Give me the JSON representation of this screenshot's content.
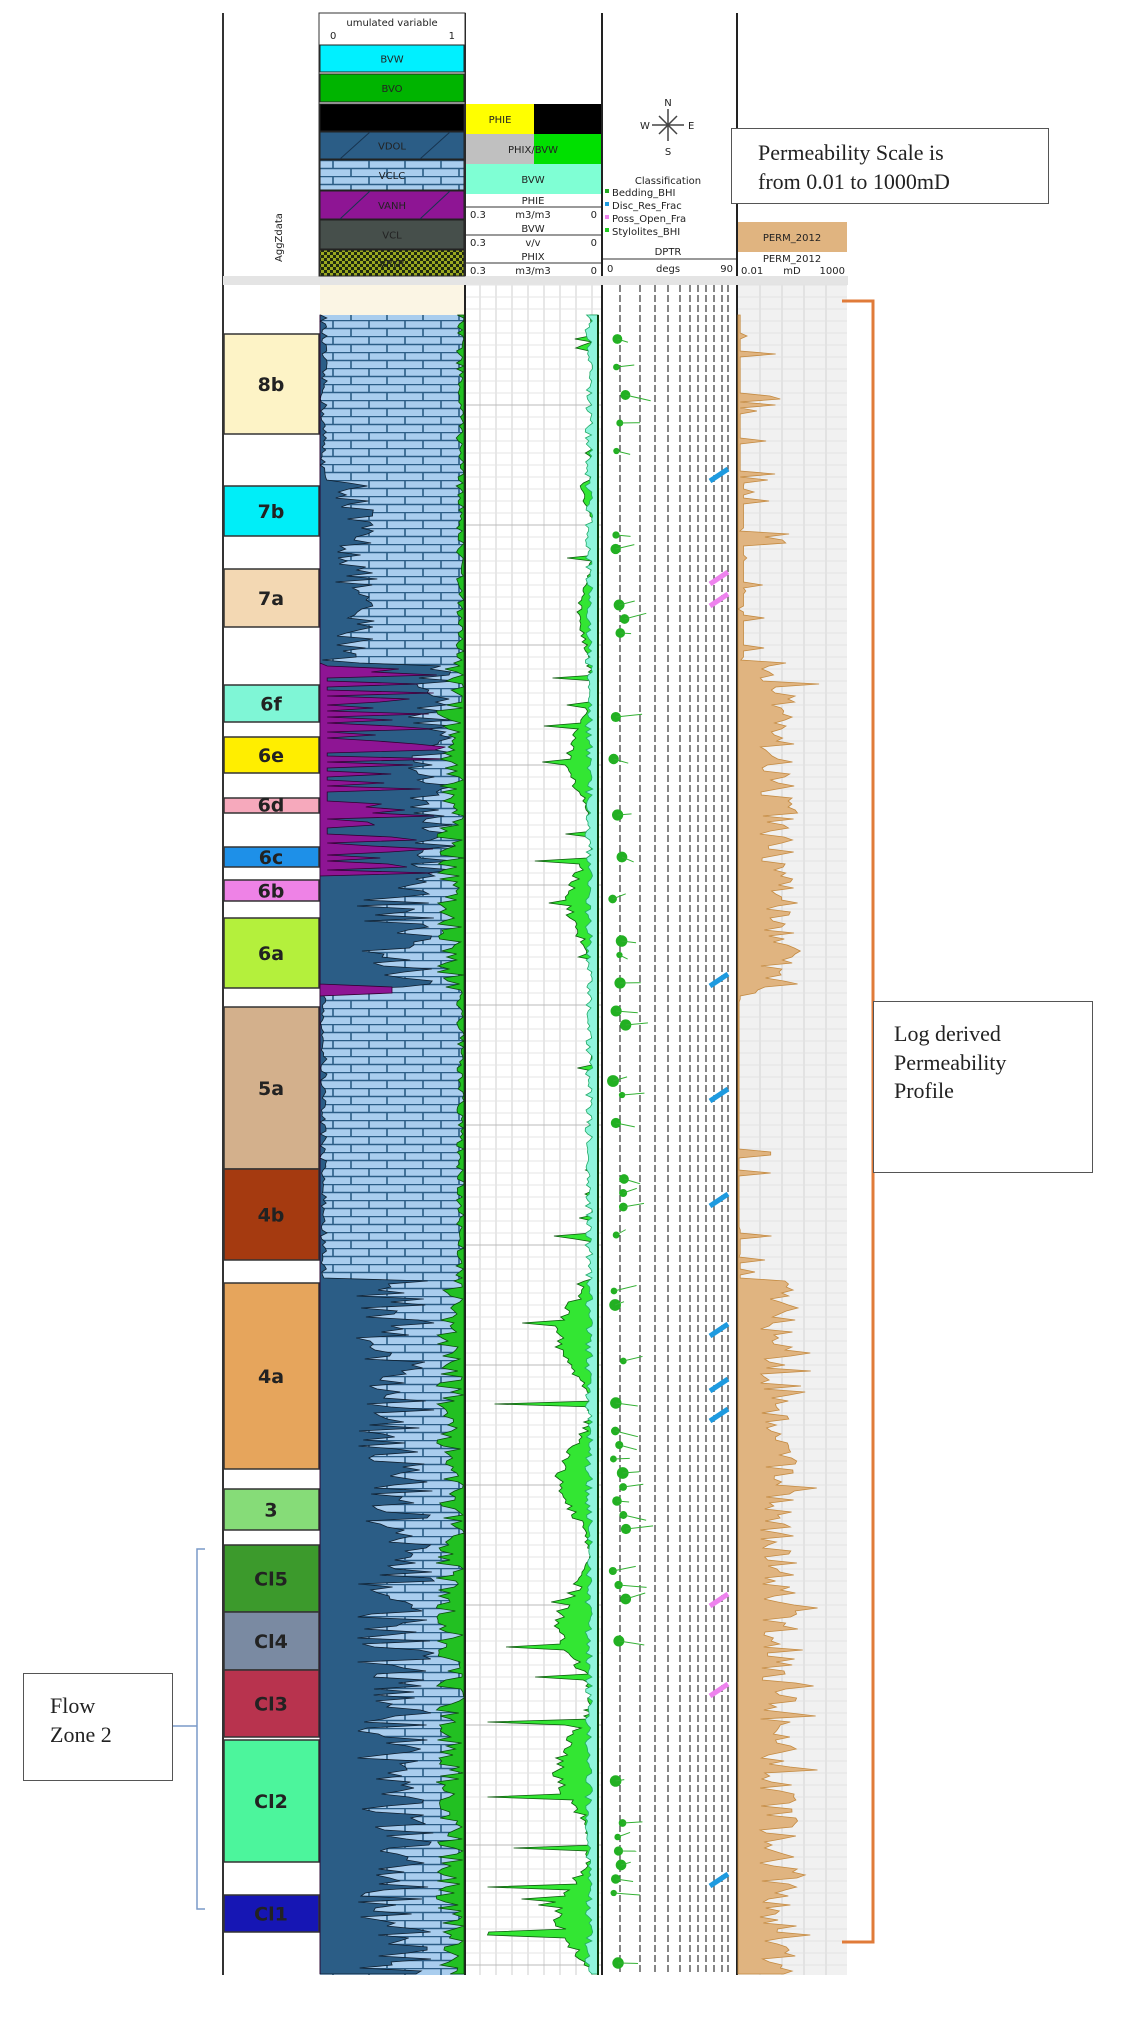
{
  "header": {
    "depth_label": "AggZdata",
    "lithology": {
      "title": "umulated variable",
      "scale_min": "0",
      "scale_max": "1",
      "legend": [
        {
          "label": "BVW",
          "color": "#00f0ff"
        },
        {
          "label": "BVO",
          "color": "#00b400"
        },
        {
          "label": "",
          "color": "#000000"
        },
        {
          "label": "VDOL",
          "color": "#2b5d86"
        },
        {
          "label": "VCLC",
          "color": "#a9cdee"
        },
        {
          "label": "VANH",
          "color": "#8e1594"
        },
        {
          "label": "VCL",
          "color": "#464f4b"
        },
        {
          "label": "VPYR",
          "color": "#9aa820"
        }
      ]
    },
    "porosity": {
      "rows": [
        {
          "left": "PHIE",
          "left_color": "#ffff00",
          "right": "",
          "right_color": "#000000"
        },
        {
          "left": "PHIX/BVW",
          "left_color": "#c0c0c0",
          "right": "",
          "right_color": "#00e000"
        },
        {
          "left": "BVW",
          "left_color": "#7fffd4",
          "right": "",
          "right_color": "#7fffd4"
        }
      ],
      "curves": [
        {
          "name": "PHIE",
          "min": "0.3",
          "unit": "m3/m3",
          "max": "0",
          "color": "#1a8a1a"
        },
        {
          "name": "BVW",
          "min": "0.3",
          "unit": "v/v",
          "max": "0",
          "color": "#222222"
        },
        {
          "name": "PHIX",
          "min": "0.3",
          "unit": "m3/m3",
          "max": "0",
          "color": "#2222dd"
        }
      ]
    },
    "dip": {
      "compass": {
        "n": "N",
        "s": "S",
        "w": "W",
        "e": "E"
      },
      "classification_title": "Classification",
      "classes": [
        {
          "label": "Bedding_BHI",
          "color": "#22aa22"
        },
        {
          "label": "Disc_Res_Frac",
          "color": "#1e9be0"
        },
        {
          "label": "Poss_Open_Fra",
          "color": "#ee82ee"
        },
        {
          "label": "Stylolites_BHI",
          "color": "#22cc22"
        }
      ],
      "curve": "DPTR",
      "min": "0",
      "unit": "degs",
      "max": "90"
    },
    "perm": {
      "fill_label": "PERM_2012",
      "curve_label": "PERM_2012",
      "min": "0.01",
      "unit": "mD",
      "max": "1000",
      "color": "#e0b480"
    }
  },
  "zones": [
    {
      "label": "8b",
      "color": "#fdf3c6"
    },
    {
      "label": "7b",
      "color": "#00eef8"
    },
    {
      "label": "7a",
      "color": "#f3d8b3"
    },
    {
      "label": "6f",
      "color": "#7ff6d6"
    },
    {
      "label": "6e",
      "color": "#ffee00"
    },
    {
      "label": "6d",
      "color": "#f6a9bc"
    },
    {
      "label": "6c",
      "color": "#1e90e8"
    },
    {
      "label": "6b",
      "color": "#ee82e6"
    },
    {
      "label": "6a",
      "color": "#b4f03c"
    },
    {
      "label": "5a",
      "color": "#d3b08c"
    },
    {
      "label": "4b",
      "color": "#a53a10"
    },
    {
      "label": "4a",
      "color": "#e6a55c"
    },
    {
      "label": "3",
      "color": "#86dc78"
    },
    {
      "label": "Cl5",
      "color": "#3c9a2c"
    },
    {
      "label": "Cl4",
      "color": "#7a8aa2"
    },
    {
      "label": "Cl3",
      "color": "#b8334e"
    },
    {
      "label": "Cl2",
      "color": "#4cf59c"
    },
    {
      "label": "Cl1",
      "color": "#1616b4"
    }
  ],
  "annotations": {
    "perm_scale": [
      "Permeability Scale is",
      "from 0.01 to 1000mD"
    ],
    "perm_profile": [
      "Log derived",
      "Permeability",
      "Profile"
    ],
    "flow_zone": [
      "Flow",
      "Zone 2"
    ],
    "bracket_colors": {
      "perm_profile": "#e07b39",
      "flow_zone": "#7a9ac8"
    }
  }
}
